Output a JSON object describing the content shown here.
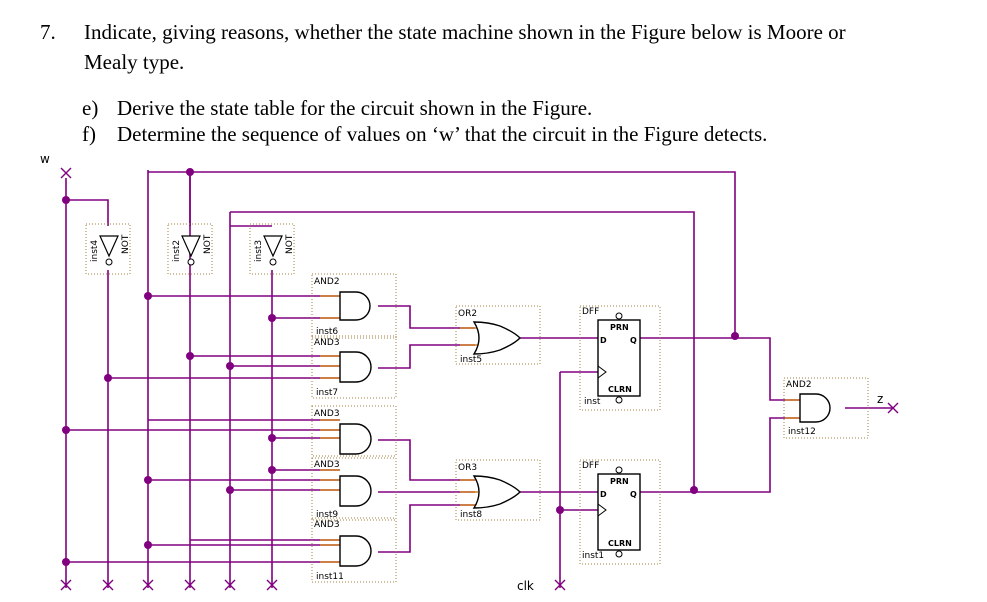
{
  "question": {
    "number": "7.",
    "line1": "Indicate, giving reasons, whether the state machine shown in the Figure below is Moore or",
    "line2": "Mealy type.",
    "parts": [
      {
        "label": "e)",
        "text": "Derive the state table for the circuit shown in the Figure."
      },
      {
        "label": "f)",
        "text": "Determine the sequence of values on ‘w’ that the circuit in the Figure detects."
      }
    ]
  },
  "diagram": {
    "input_w": "w",
    "output_z": "z",
    "clock": "clk",
    "not_gates": [
      {
        "type": "NOT",
        "inst": "inst4"
      },
      {
        "type": "NOT",
        "inst": "inst2"
      },
      {
        "type": "NOT",
        "inst": "inst3"
      }
    ],
    "and_gates": [
      {
        "type": "AND2",
        "inst": "inst6"
      },
      {
        "type": "AND3",
        "inst": "inst7"
      },
      {
        "type": "AND3",
        "inst": ""
      },
      {
        "type": "AND3",
        "inst": "inst9"
      },
      {
        "type": "AND3",
        "inst": "inst11"
      }
    ],
    "or_gates": [
      {
        "type": "OR2",
        "inst": "inst5"
      },
      {
        "type": "OR3",
        "inst": "inst8"
      }
    ],
    "flip_flops": [
      {
        "type": "DFF",
        "inst": "inst",
        "d": "D",
        "q": "Q",
        "prn": "PRN",
        "clrn": "CLRN"
      },
      {
        "type": "DFF",
        "inst": "inst1",
        "d": "D",
        "q": "Q",
        "prn": "PRN",
        "clrn": "CLRN"
      }
    ],
    "output_gate": {
      "type": "AND2",
      "inst": "inst12"
    },
    "colors": {
      "wire": "#800080",
      "pin": "#d08020",
      "dotted": "#a08040"
    }
  }
}
